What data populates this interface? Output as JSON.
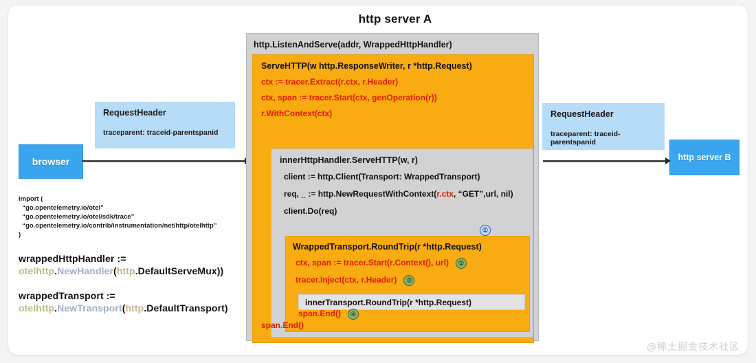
{
  "diagram": {
    "title": "http server A",
    "watermark": "@稀土掘金技术社区"
  },
  "nodes": {
    "browser": "browser",
    "server_b": "http server B"
  },
  "request_headers": [
    {
      "title": "RequestHeader",
      "line": "traceparent: traceid-parentspanid"
    },
    {
      "title": "RequestHeader",
      "line": "traceparent: traceid-parentspanid"
    }
  ],
  "server_a": {
    "listen_label": "http.ListenAndServe(addr, WrappedHttpHandler)",
    "serve_http": {
      "label": "ServeHTTP(w http.ResponseWriter, r *http.Request)",
      "lines": [
        "ctx := tracer.Extract(r.ctx, r.Header)",
        "ctx, span := tracer.Start(ctx, genOperation(r))",
        "r.WithContext(ctx)"
      ],
      "span_end": "span.End()"
    },
    "inner_handler": {
      "label": "innerHttpHandler.ServeHTTP(w, r)",
      "line_client": "client := http.Client(Transport: WrappedTransport)",
      "line_req_prefix": "req, _ := http.NewRequestWithContext(",
      "line_req_ctx": "r.ctx",
      "line_req_suffix": ", “GET”,url, nil)",
      "line_do": "client.Do(req)",
      "marker_1": "①"
    },
    "wrapped_transport": {
      "label": "WrappedTransport.RoundTrip(r *http.Request)",
      "line_start": "ctx, span := tracer.Start(r.Context(), url)",
      "marker_2": "②",
      "line_inject": "tracer.Inject(ctx, r.Header)",
      "marker_3": "③",
      "inner_transport": "innerTransport.RoundTrip(r *http.Request)",
      "span_end": "span.End()",
      "marker_4": "④"
    }
  },
  "code_panel": {
    "import_lines": [
      "import (",
      "  “go.opentelemetry.io/otel”",
      "  “go.opentelemetry.io/otel/sdk/trace”",
      "  “go.opentelemetry.io/contrib/instrumentation/net/http/otelhttp”",
      ")"
    ],
    "handler_decl": {
      "name": "wrappedHttpHandler :=",
      "pkg": "otelhttp",
      "dot1": ".",
      "fn": "NewHandler",
      "open": "(",
      "arg_pkg": "http",
      "dot2": ".",
      "arg_name": "DefaultServeMux",
      "close": "))"
    },
    "transport_decl": {
      "name": "wrappedTransport :=",
      "pkg": "otelhttp",
      "dot1": ".",
      "fn": "NewTransport",
      "open": "(",
      "arg_pkg": "http",
      "dot2": ".",
      "arg_name": "DefaultTransport",
      "close": ")"
    }
  },
  "colors": {
    "orange": "#f9ab12",
    "gray_box": "#d2d2d2",
    "blue_node": "#3aa6f0",
    "header_blue": "#b6dcf7",
    "code_red": "#e01b00"
  }
}
